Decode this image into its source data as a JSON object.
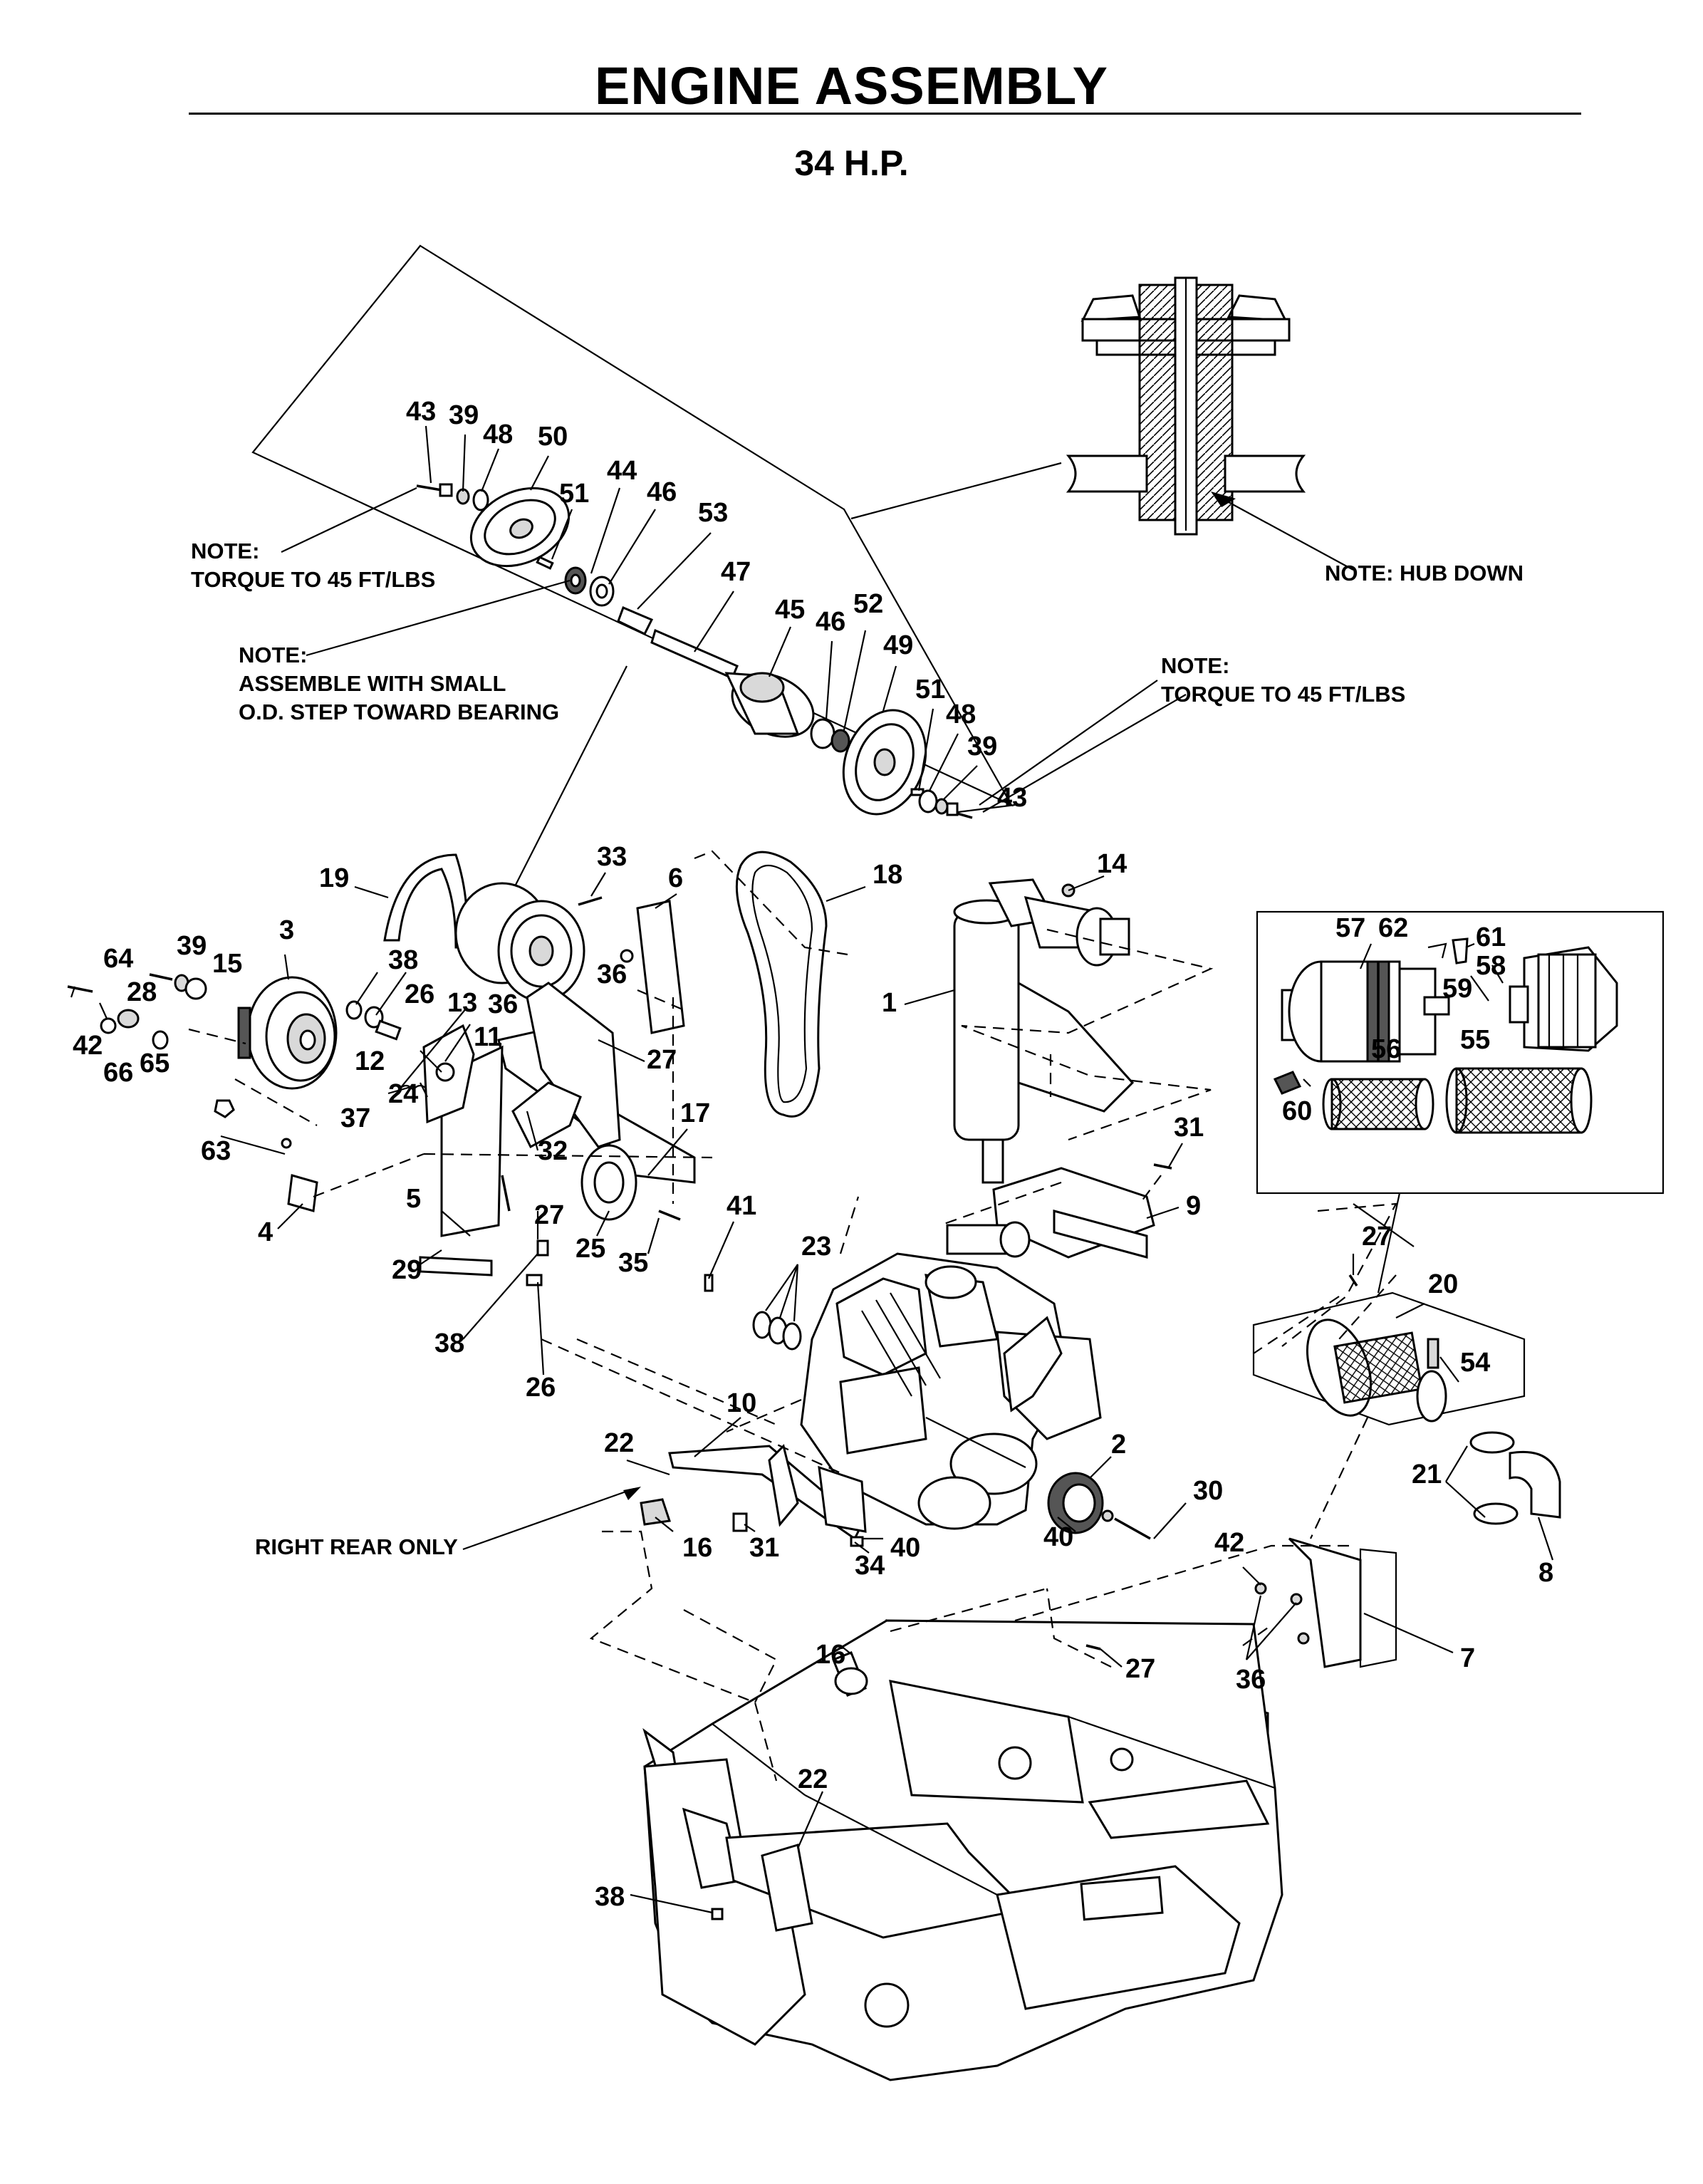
{
  "title": "ENGINE ASSEMBLY",
  "subtitle": "34 H.P.",
  "notes": {
    "torque_left_1": "NOTE:",
    "torque_left_2": "TORQUE TO 45 FT/LBS",
    "assemble_1": "NOTE:",
    "assemble_2": "ASSEMBLE WITH SMALL",
    "assemble_3": "O.D. STEP TOWARD BEARING",
    "torque_right_1": "NOTE:",
    "torque_right_2": "TORQUE TO 45 FT/LBS",
    "hub_down": "NOTE: HUB DOWN",
    "right_rear": "RIGHT REAR ONLY"
  },
  "callouts": {
    "c43a": "43",
    "c39a": "39",
    "c48a": "48",
    "c50": "50",
    "c51a": "51",
    "c44": "44",
    "c46a": "46",
    "c53": "53",
    "c47": "47",
    "c45": "45",
    "c46b": "46",
    "c52": "52",
    "c49": "49",
    "c51b": "51",
    "c48b": "48",
    "c39b": "39",
    "c43b": "43",
    "c19": "19",
    "c33": "33",
    "c6": "6",
    "c18": "18",
    "c14": "14",
    "c1": "1",
    "c31a": "31",
    "c9": "9",
    "c3": "3",
    "c39c": "39",
    "c15": "15",
    "c64": "64",
    "c28": "28",
    "c42a": "42",
    "c66": "66",
    "c65": "65",
    "c63": "63",
    "c4": "4",
    "c38a": "38",
    "c26a": "26",
    "c13": "13",
    "c36a": "36",
    "c36b": "36",
    "c11": "11",
    "c12": "12",
    "c24": "24",
    "c37": "37",
    "c27a": "27",
    "c17": "17",
    "c32": "32",
    "c5": "5",
    "c27b": "27",
    "c29": "29",
    "c25": "25",
    "c35": "35",
    "c38b": "38",
    "c26b": "26",
    "c41": "41",
    "c23": "23",
    "c2": "2",
    "c30": "30",
    "c40a": "40",
    "c10": "10",
    "c22a": "22",
    "c16a": "16",
    "c31b": "31",
    "c34": "34",
    "c40b": "40",
    "c16b": "16",
    "c22b": "22",
    "c38c": "38",
    "c27d": "27",
    "c57": "57",
    "c62": "62",
    "c61": "61",
    "c58": "58",
    "c59": "59",
    "c56": "56",
    "c55": "55",
    "c60": "60",
    "c27c": "27",
    "c20": "20",
    "c54": "54",
    "c21": "21",
    "c8": "8",
    "c42b": "42",
    "c36c": "36",
    "c7": "7"
  }
}
